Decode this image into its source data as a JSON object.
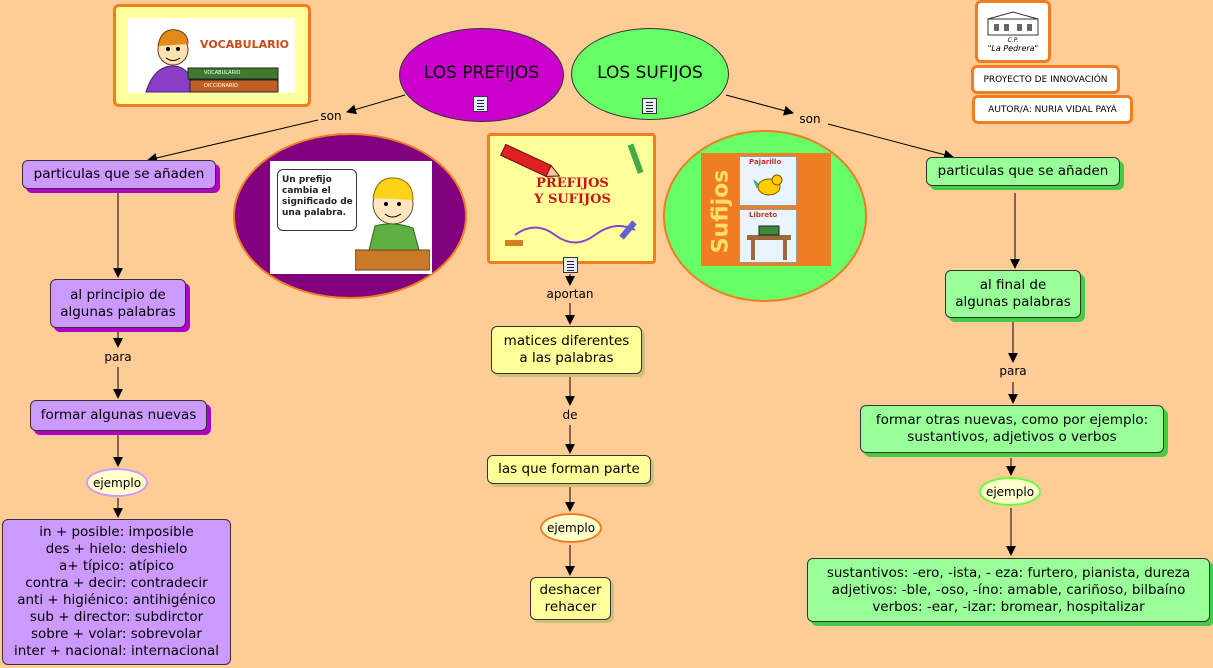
{
  "titles": {
    "prefijos": "LOS PREFIJOS",
    "sufijos": "LOS SUFIJOS"
  },
  "header": {
    "logo_school_line1": "C.P.",
    "logo_school_line2": "\"La Pedrera\"",
    "proyecto": "PROYECTO DE INNOVACIÓN",
    "autor": "AUTOR/A: NURIA VIDAL PAYÁ"
  },
  "images": {
    "vocabulario_text": "VOCABULARIO",
    "vocabulario_book1": "VOCABULARIO",
    "vocabulario_book2": "DICCIONARIO",
    "prefijo_bubble": "Un prefijo\ncambia el\nsignificado de\nuna palabra.",
    "center_title": "PREFIJOS\nY SUFIJOS",
    "sufijos_word": "Sufijos",
    "pajarillo": "Pajarillo",
    "libreto": "Libreto"
  },
  "links": {
    "son_left": "son",
    "son_right": "son",
    "para_left": "para",
    "para_right": "para",
    "aportan": "aportan",
    "de": "de"
  },
  "left": {
    "particulas": "particulas que se añaden",
    "principio": "al principio de\nalgunas palabras",
    "formar": "formar algunas nuevas",
    "ejemplo": "ejemplo",
    "examples": "in + posible: imposible\ndes + hielo: deshielo\na+ típico: atípico\ncontra + decir: contradecir\nanti + higiénico: antihigénico\nsub + director: subdirctor\nsobre + volar: sobrevolar\ninter + nacional: internacional"
  },
  "center": {
    "matices": "matices diferentes\n a las palabras",
    "forman": "las que forman parte",
    "ejemplo": "ejemplo",
    "examples": "deshacer\nrehacer"
  },
  "right": {
    "particulas": "particulas que se añaden",
    "final": "al final de\nalgunas palabras",
    "formar": "formar otras nuevas, como por ejemplo:\nsustantivos, adjetivos o verbos",
    "ejemplo": "ejemplo",
    "examples": "sustantivos: -ero, -ista, - eza: furtero, pianista, dureza\nadjetivos: -ble, -oso, -íno: amable, cariñoso, bilbaíno\nverbos: -ear, -izar: bromear, hospitalizar"
  },
  "colors": {
    "background": "#fecc97",
    "prefijos_node": "#cc00cc",
    "sufijos_node": "#66ff66",
    "purple_box": "#cc99ff",
    "yellow_box": "#ffff99",
    "green_box": "#99ff99",
    "frame": "#f07d22"
  }
}
